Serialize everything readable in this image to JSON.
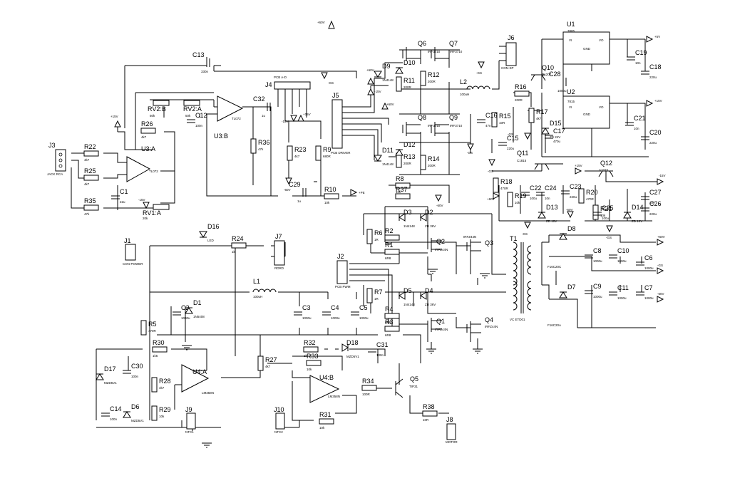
{
  "rails": {
    "p60v": "+60V",
    "p15v": "+15V",
    "m15v": "-15V",
    "m60v": "-60V",
    "p5v": "+5V",
    "gs": "-GS",
    "pe": "+PE"
  },
  "connectors": {
    "j1": {
      "ref": "J1",
      "name": "CON-POWER"
    },
    "j2": {
      "ref": "J2",
      "name": "PCB PWM"
    },
    "j3": {
      "ref": "J3",
      "name": "JACK RCA"
    },
    "j4": {
      "ref": "J4",
      "name": "PCB A-D"
    },
    "j5": {
      "ref": "J5",
      "name": "PCB DRIVER"
    },
    "j6": {
      "ref": "J6",
      "name": "CON-SP"
    },
    "j7": {
      "ref": "J7",
      "name": "RDRD"
    },
    "j8": {
      "ref": "J8",
      "name": "MOTOR"
    },
    "j9": {
      "ref": "J9",
      "name": "NTC1"
    },
    "j10": {
      "ref": "J10",
      "name": "NTC2"
    }
  },
  "opamps": {
    "u3a": {
      "ref": "U3:A",
      "part": "TL072"
    },
    "u3b": {
      "ref": "U3:B",
      "part": "TL072"
    },
    "u4a": {
      "ref": "U4:A",
      "part": "LM358N"
    },
    "u4b": {
      "ref": "U4:B",
      "part": "LM358N"
    }
  },
  "regulators": {
    "u1": {
      "ref": "U1",
      "part": "7805"
    },
    "u2": {
      "ref": "U2",
      "part": "7815"
    }
  },
  "transformer": {
    "ref": "T1",
    "part": "VC ETD01"
  },
  "inductors": {
    "l1": {
      "ref": "L1",
      "value": "100uH"
    },
    "l2": {
      "ref": "L2",
      "value": "100uH"
    }
  },
  "pots": {
    "rv1": {
      "ref": "RV1:A",
      "value": "20k"
    },
    "rv2a": {
      "ref": "RV2:A",
      "value": "50k"
    },
    "rv2b": {
      "ref": "RV2:B",
      "value": "50k"
    }
  },
  "transistors": {
    "q1": {
      "ref": "Q1",
      "part": "IRFZ44N"
    },
    "q2": {
      "ref": "Q2",
      "part": "IRFZ44N"
    },
    "q3": {
      "ref": "Q3",
      "part": "IRFZ44N"
    },
    "q4": {
      "ref": "Q4",
      "part": "IRFZ44N"
    },
    "q5": {
      "ref": "Q5",
      "part": "TIP31"
    },
    "q6": {
      "ref": "Q6",
      "part": "IRF3710"
    },
    "q7": {
      "ref": "Q7",
      "part": "IRF3710"
    },
    "q8": {
      "ref": "Q8",
      "part": "IRF3710"
    },
    "q9": {
      "ref": "Q9",
      "part": "IRF3710"
    },
    "q10": {
      "ref": "Q10",
      "part": "D1207"
    },
    "q11": {
      "ref": "Q11",
      "part": "C1815"
    },
    "q12": {
      "ref": "Q12",
      "part": "A1015"
    }
  },
  "resistors": [
    {
      "ref": "R1",
      "value": "6R8"
    },
    {
      "ref": "R2",
      "value": "6R8"
    },
    {
      "ref": "R3",
      "value": "6R8"
    },
    {
      "ref": "R4",
      "value": "6R8"
    },
    {
      "ref": "R5",
      "value": "470R"
    },
    {
      "ref": "R6",
      "value": "1R"
    },
    {
      "ref": "R7",
      "value": "1R"
    },
    {
      "ref": "R8",
      "value": "10k"
    },
    {
      "ref": "R9",
      "value": "680R"
    },
    {
      "ref": "R10",
      "value": "10k"
    },
    {
      "ref": "R11",
      "value": "200R"
    },
    {
      "ref": "R12",
      "value": "200R"
    },
    {
      "ref": "R13",
      "value": "200R"
    },
    {
      "ref": "R14",
      "value": "200R"
    },
    {
      "ref": "R15",
      "value": "10R"
    },
    {
      "ref": "R16",
      "value": "200R"
    },
    {
      "ref": "R17",
      "value": "4k7"
    },
    {
      "ref": "R18",
      "value": "470R"
    },
    {
      "ref": "R19",
      "value": "10k"
    },
    {
      "ref": "R20",
      "value": "470R"
    },
    {
      "ref": "R21",
      "value": "10k"
    },
    {
      "ref": "R22",
      "value": "4k7"
    },
    {
      "ref": "R23",
      "value": "4k7"
    },
    {
      "ref": "R24",
      "value": "1k"
    },
    {
      "ref": "R25",
      "value": "4k7"
    },
    {
      "ref": "R26",
      "value": "4k7"
    },
    {
      "ref": "R27",
      "value": "4k7"
    },
    {
      "ref": "R28",
      "value": "4k7"
    },
    {
      "ref": "R29",
      "value": "10k"
    },
    {
      "ref": "R30",
      "value": "1k5"
    },
    {
      "ref": "R31",
      "value": "10k"
    },
    {
      "ref": "R32",
      "value": "1k"
    },
    {
      "ref": "R33",
      "value": "10k"
    },
    {
      "ref": "R34",
      "value": "100R"
    },
    {
      "ref": "R35",
      "value": "47k"
    },
    {
      "ref": "R36",
      "value": "47k"
    },
    {
      "ref": "R37",
      "value": ""
    },
    {
      "ref": "R38",
      "value": "10R"
    }
  ],
  "capacitors": [
    {
      "ref": "C1",
      "value": "22u"
    },
    {
      "ref": "C2",
      "value": "1000u"
    },
    {
      "ref": "C3",
      "value": "1000u"
    },
    {
      "ref": "C4",
      "value": "1000u"
    },
    {
      "ref": "C5",
      "value": "1000u"
    },
    {
      "ref": "C6",
      "value": "1000u"
    },
    {
      "ref": "C7",
      "value": "1000u"
    },
    {
      "ref": "C8",
      "value": "1000u"
    },
    {
      "ref": "C9",
      "value": "1000u"
    },
    {
      "ref": "C10",
      "value": "1000u"
    },
    {
      "ref": "C11",
      "value": "1000u"
    },
    {
      "ref": "C12",
      "value": "100n"
    },
    {
      "ref": "C13",
      "value": "330n"
    },
    {
      "ref": "C14",
      "value": "100n"
    },
    {
      "ref": "C15",
      "value": "220u"
    },
    {
      "ref": "C16",
      "value": "47n"
    },
    {
      "ref": "C17",
      "value": "470u"
    },
    {
      "ref": "C18",
      "value": "220u"
    },
    {
      "ref": "C19",
      "value": "10n"
    },
    {
      "ref": "C20",
      "value": "220u"
    },
    {
      "ref": "C21",
      "value": "10n"
    },
    {
      "ref": "C22",
      "value": "100u"
    },
    {
      "ref": "C23",
      "value": "220u"
    },
    {
      "ref": "C24",
      "value": "10n"
    },
    {
      "ref": "C25",
      "value": "100u"
    },
    {
      "ref": "C26",
      "value": "220u"
    },
    {
      "ref": "C27",
      "value": "10n"
    },
    {
      "ref": "C28",
      "value": "1000u"
    },
    {
      "ref": "C29",
      "value": "1u"
    },
    {
      "ref": "C30",
      "value": "100n"
    },
    {
      "ref": "C31",
      "value": "100n"
    },
    {
      "ref": "C32",
      "value": "1u"
    }
  ],
  "diodes": [
    {
      "ref": "D1",
      "value": "1N5408"
    },
    {
      "ref": "D2",
      "value": "ZD 36V"
    },
    {
      "ref": "D3",
      "value": "1N4148"
    },
    {
      "ref": "D4",
      "value": "ZD 36V"
    },
    {
      "ref": "D5",
      "value": "1N4148"
    },
    {
      "ref": "D6",
      "value": "MZD5V1"
    },
    {
      "ref": "D7",
      "value": ""
    },
    {
      "ref": "D8",
      "value": ""
    },
    {
      "ref": "D9",
      "value": "1N4148"
    },
    {
      "ref": "D10",
      "value": ""
    },
    {
      "ref": "D11",
      "value": "1N4148"
    },
    {
      "ref": "D12",
      "value": ""
    },
    {
      "ref": "D13",
      "value": "ZD 10V"
    },
    {
      "ref": "D14",
      "value": "ZD 10V"
    },
    {
      "ref": "D15",
      "value": "ZD 24V"
    },
    {
      "ref": "D16",
      "value": "LED"
    },
    {
      "ref": "D17",
      "value": "MZD5V1"
    },
    {
      "ref": "D18",
      "value": "MZD5V1"
    }
  ],
  "rectifier_parts": {
    "d7": "F16C20A",
    "d8": "F16C20C"
  }
}
